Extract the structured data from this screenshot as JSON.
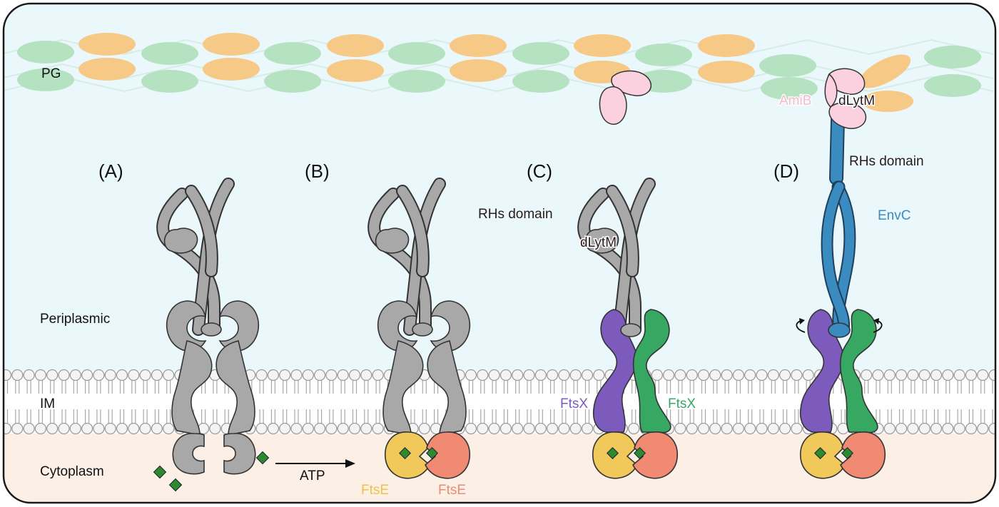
{
  "regions": {
    "pg": "PG",
    "periplasmic": "Periplasmic",
    "im": "IM",
    "cytoplasm": "Cytoplasm"
  },
  "panels": {
    "a": "(A)",
    "b": "(B)",
    "c": "(C)",
    "d": "(D)"
  },
  "labels": {
    "atp": "ATP",
    "ftse_left": "FtsE",
    "ftse_right": "FtsE",
    "ftsx_left": "FtsX",
    "ftsx_right": "FtsX",
    "rhs_domain_c": "RHs domain",
    "dlytm_c": "dLytM",
    "rhs_domain_d": "RHs domain",
    "dlytm_d": "dLytM",
    "envc": "EnvC",
    "amib": "AmiB"
  },
  "colors": {
    "periplasm_bg": "#eaf8fb",
    "cytoplasm_bg": "#fbefe6",
    "pg_green": "#b5e2c0",
    "pg_orange": "#f6c987",
    "protein_gray": "#a8a8a8",
    "ftsx_purple": "#7d5bbd",
    "ftsx_green": "#36a862",
    "ftse_yellow": "#f1c85a",
    "ftse_salmon": "#f08a72",
    "envc_blue": "#3a8bc0",
    "amib_pink": "#fbd0df",
    "atp_green": "#2f8a2f",
    "ftse_label_yellow": "#f0c14a",
    "ftse_label_salmon": "#ee8a72",
    "ftsx_label_purple": "#7d5bbd",
    "ftsx_label_green": "#36a862",
    "envc_label_blue": "#3a8bc0",
    "amib_label_pink": "#f5b8cd"
  }
}
